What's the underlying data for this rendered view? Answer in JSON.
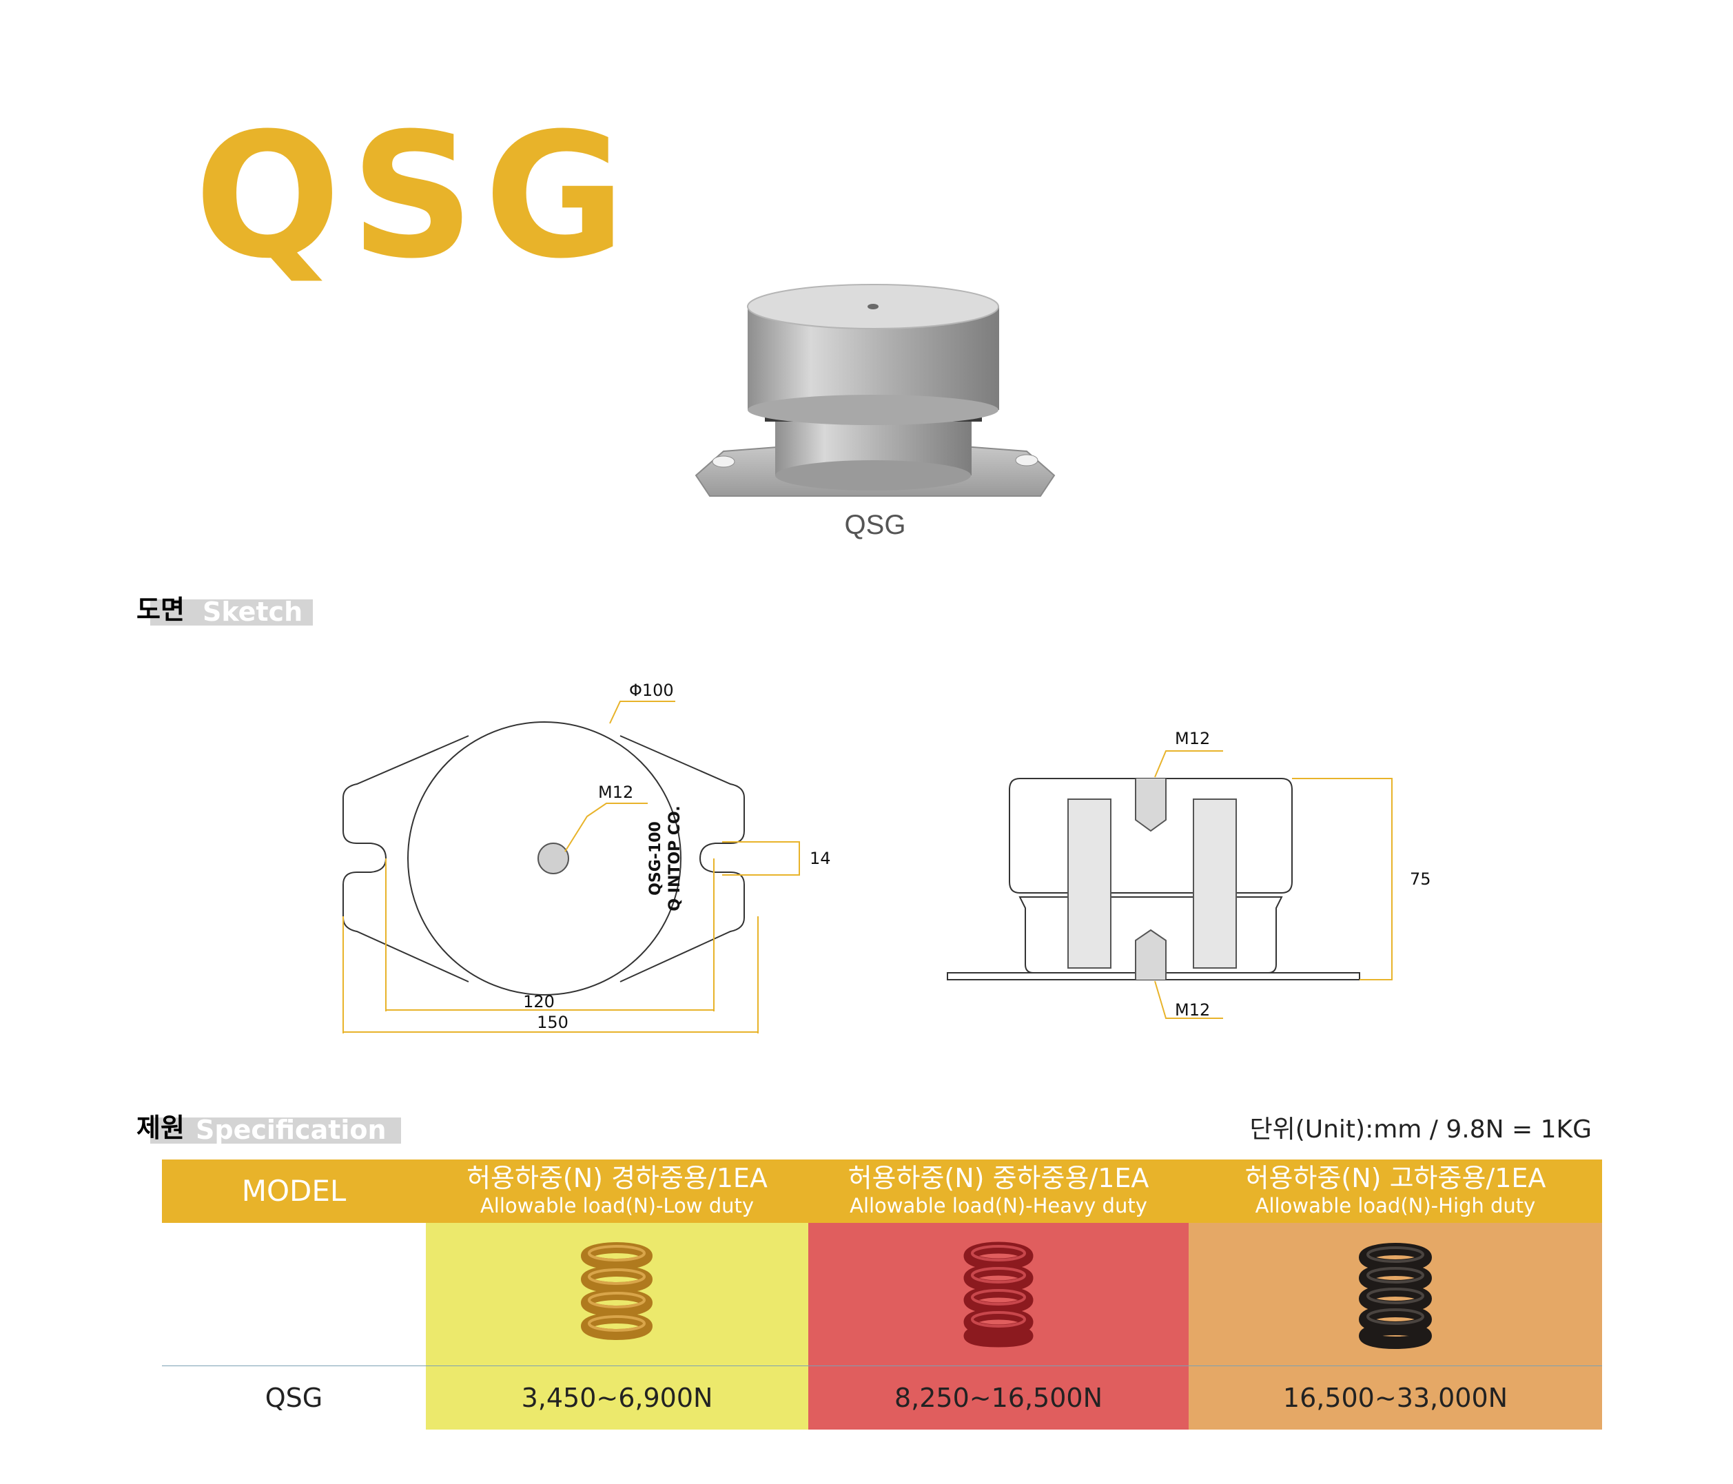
{
  "brand_title": "QSG",
  "product": {
    "caption": "QSG"
  },
  "sections": {
    "sketch": {
      "ko": "도면",
      "en": "Sketch"
    },
    "spec": {
      "ko": "제원",
      "en": "Specification"
    }
  },
  "sketch": {
    "diameter_label": "Φ100",
    "center_thread_label": "M12",
    "engraving_line1": "QSG-100",
    "engraving_line2": "Q INTOP CO.",
    "slot_width_label": "14",
    "hole_spacing_label": "120",
    "overall_width_label": "150",
    "top_thread_label": "M12",
    "bottom_thread_label": "M12",
    "height_label": "75"
  },
  "unit_note": "단위(Unit):mm / 9.8N = 1KG",
  "table": {
    "columns": [
      {
        "ko": "MODEL",
        "en": ""
      },
      {
        "ko": "허용하중(N) 경하중용/1EA",
        "en": "Allowable load(N)-Low duty"
      },
      {
        "ko": "허용하중(N) 중하중용/1EA",
        "en": "Allowable load(N)-Heavy duty"
      },
      {
        "ko": "허용하중(N) 고하중용/1EA",
        "en": "Allowable load(N)-High duty"
      }
    ],
    "rows": [
      {
        "model": "QSG",
        "low": "3,450~6,900N",
        "heavy": "8,250~16,500N",
        "high": "16,500~33,000N"
      }
    ]
  },
  "colors": {
    "accent": "#e8b32a",
    "low_duty": "#ece96c",
    "heavy_duty": "#e05e5e",
    "high_duty": "#e5a866",
    "spring_low": "#b07a1e",
    "spring_heavy": "#8c1a1f",
    "spring_high": "#1e1a18"
  }
}
